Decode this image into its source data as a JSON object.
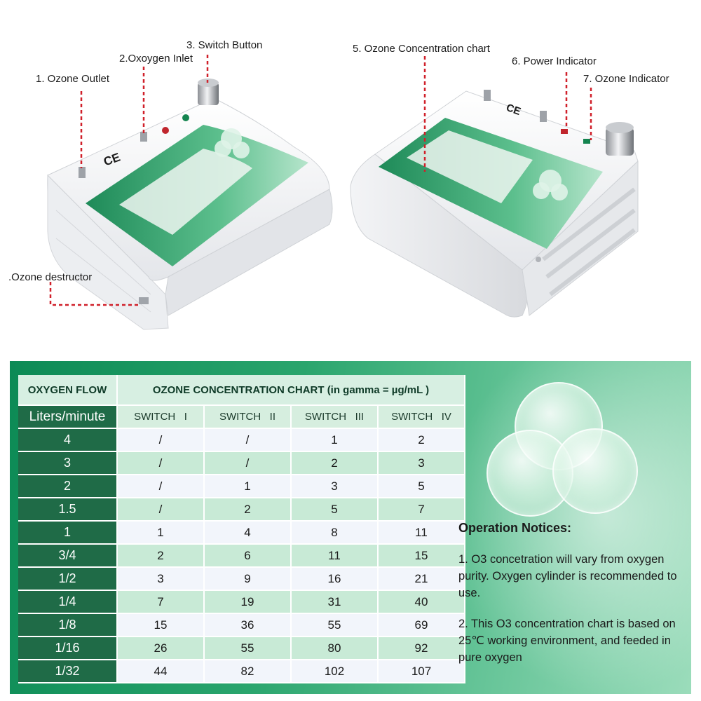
{
  "callouts": {
    "ozone_outlet": "1. Ozone Outlet",
    "oxygen_inlet": "2.Oxoygen Inlet",
    "switch_button": "3. Switch Button",
    "ozone_destructor": ".Ozone destructor",
    "concentration_chart": "5. Ozone Concentration chart",
    "power_indicator": "6. Power Indicator",
    "ozone_indicator": "7. Ozone Indicator"
  },
  "device": {
    "ce_mark": "CE",
    "notices_label": "Operation Notices"
  },
  "table": {
    "flow_header": "OXYGEN FLOW",
    "chart_header": "OZONE CONCENTRATION CHART (in gamma = µg/mL )",
    "unit_label": "Liters/minute",
    "switches": [
      "SWITCH   I",
      "SWITCH   II",
      "SWITCH   III",
      "SWITCH   IV"
    ],
    "rows": [
      {
        "flow": "4",
        "values": [
          "/",
          "/",
          "1",
          "2"
        ]
      },
      {
        "flow": "3",
        "values": [
          "/",
          "/",
          "2",
          "3"
        ]
      },
      {
        "flow": "2",
        "values": [
          "/",
          "1",
          "3",
          "5"
        ]
      },
      {
        "flow": "1.5",
        "values": [
          "/",
          "2",
          "5",
          "7"
        ]
      },
      {
        "flow": "1",
        "values": [
          "1",
          "4",
          "8",
          "11"
        ]
      },
      {
        "flow": "3/4",
        "values": [
          "2",
          "6",
          "11",
          "15"
        ]
      },
      {
        "flow": "1/2",
        "values": [
          "3",
          "9",
          "16",
          "21"
        ]
      },
      {
        "flow": "1/4",
        "values": [
          "7",
          "19",
          "31",
          "40"
        ]
      },
      {
        "flow": "1/8",
        "values": [
          "15",
          "36",
          "55",
          "69"
        ]
      },
      {
        "flow": "1/16",
        "values": [
          "26",
          "55",
          "80",
          "92"
        ]
      },
      {
        "flow": "1/32",
        "values": [
          "44",
          "82",
          "102",
          "107"
        ]
      }
    ]
  },
  "notices": {
    "title": "Operation Notices:",
    "item1": "1. O3 concetration will vary from oxygen purity. Oxygen cylinder is recommended to use.",
    "item2": "2. This O3 concentration chart is based on 25℃ working environment, and feeded in pure oxygen"
  },
  "colors": {
    "flow_column": "#1f6b47",
    "header_row": "#d7efe2",
    "row_light": "#f2f5fb",
    "row_green": "#c8ead6",
    "callout_line": "#d0202a"
  }
}
